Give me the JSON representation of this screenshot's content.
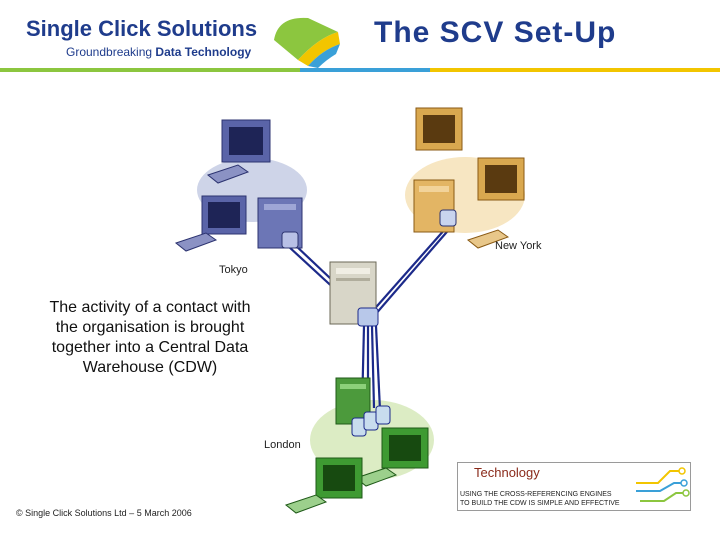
{
  "header": {
    "brand_name_part1": "Single Click",
    "brand_name_part2": "Solutions",
    "tagline_part1": "Groundbreaking",
    "tagline_part2": "Data Technology",
    "title": "The SCV Set-Up"
  },
  "sites": {
    "tokyo": "Tokyo",
    "new_york": "New York",
    "london": "London"
  },
  "description": "The activity of a contact with the organisation is brought together into a Central Data Warehouse (CDW)",
  "footer": "© Single Click Solutions Ltd – 5 March 2006",
  "tech_box": {
    "title": "Technology",
    "line1": "USING THE CROSS-REFERENCING ENGINES",
    "line2": "TO BUILD THE CDW IS SIMPLE AND EFFECTIVE"
  },
  "colors": {
    "brand_blue": "#1f3c8c",
    "bar_green": "#8cc63f",
    "bar_blue": "#3aa0d8",
    "bar_yellow": "#f2c500",
    "tokyo_zone": "#c9cfe6",
    "new_york_zone": "#f7e6c2",
    "london_zone": "#dcecc4",
    "link_line": "#1c2a8a"
  }
}
